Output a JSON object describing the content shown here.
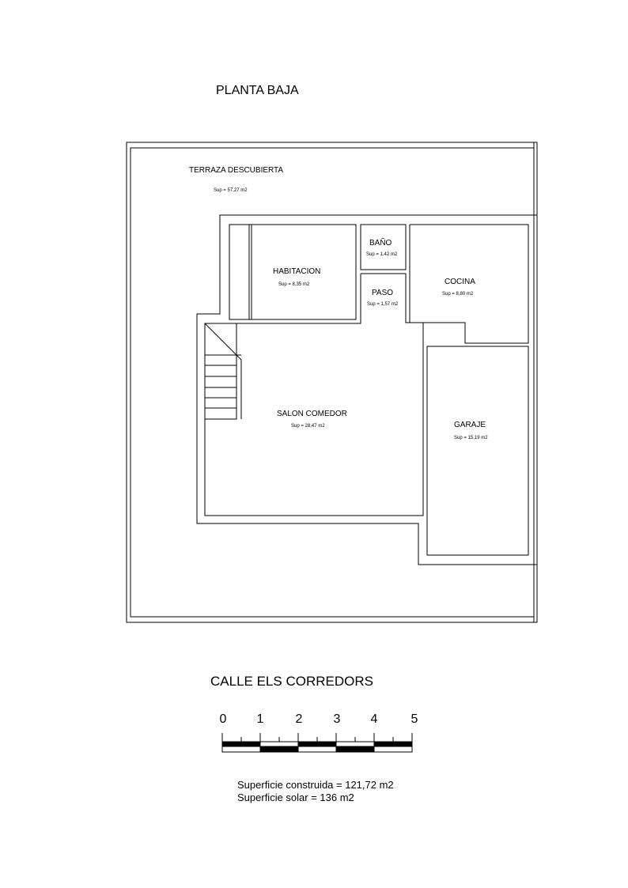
{
  "title": "PLANTA BAJA",
  "street": "CALLE ELS CORREDORS",
  "rooms": {
    "terraza": {
      "name": "TERRAZA DESCUBIERTA",
      "area": "Sup = 57,27 m2"
    },
    "habitacion": {
      "name": "HABITACION",
      "area": "Sup = 8,35 m2"
    },
    "bano": {
      "name": "BAÑO",
      "area": "Sup = 1,42 m2"
    },
    "paso": {
      "name": "PASO",
      "area": "Sup = 1,57 m2"
    },
    "cocina": {
      "name": "COCINA",
      "area": "Sup = 8,80 m2"
    },
    "salon": {
      "name": "SALON COMEDOR",
      "area": "Sup = 28,47 m2"
    },
    "garaje": {
      "name": "GARAJE",
      "area": "Sup = 15,19 m2"
    }
  },
  "scale_bar": {
    "labels": [
      "0",
      "1",
      "2",
      "3",
      "4",
      "5"
    ]
  },
  "summary": {
    "built": "Superficie construida = 121,72 m2",
    "plot": "Superficie solar = 136 m2"
  }
}
